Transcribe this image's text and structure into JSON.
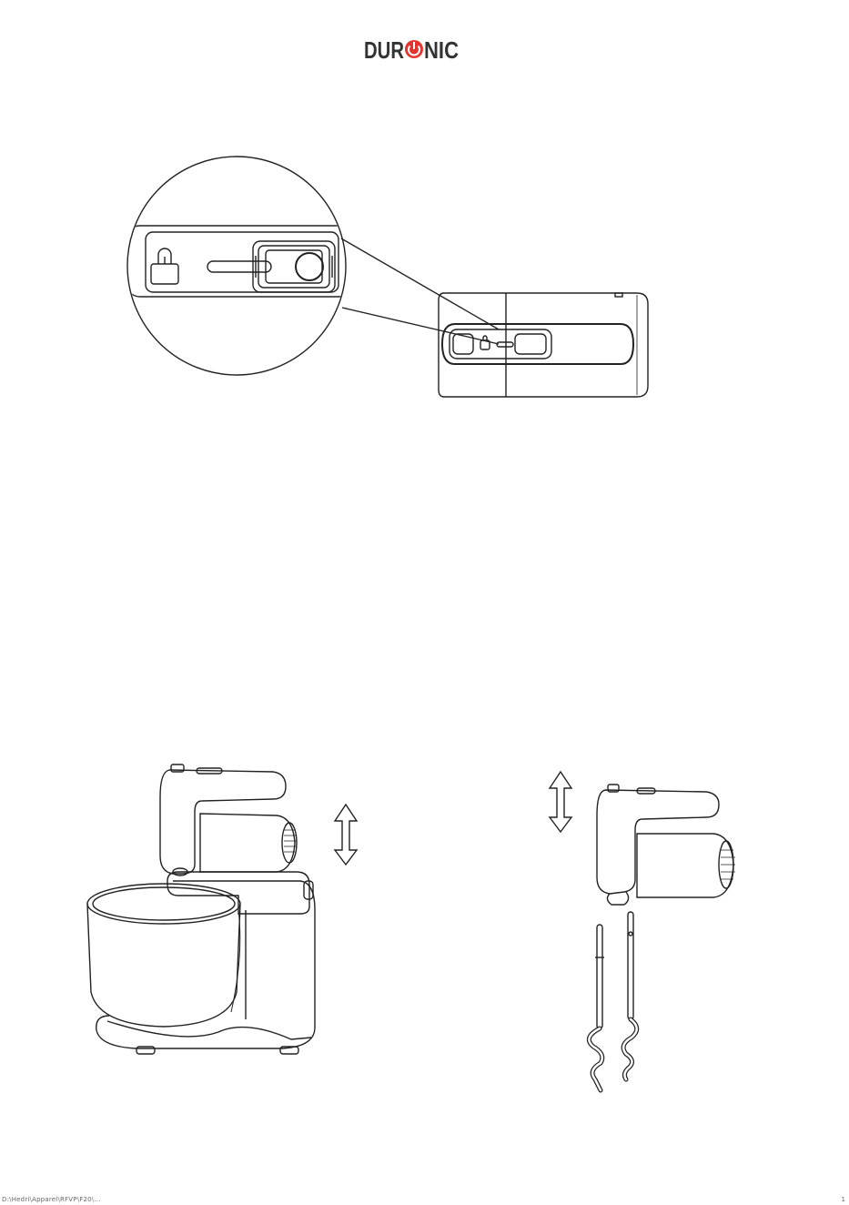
{
  "brand": {
    "name_left": "DUR",
    "name_right": "NIC",
    "accent_color": "#e3342f",
    "logo_icon": "power-icon"
  },
  "figures": {
    "top": "speed-control-detail",
    "bottom_left": "stand-mixer-head-lift",
    "bottom_right": "hand-mixer-dough-hooks"
  },
  "footer": {
    "text": "D:\\Hedri\\Apparel\\RFVP\\F20\\...",
    "page_mark": "1"
  }
}
